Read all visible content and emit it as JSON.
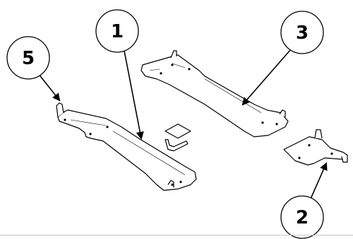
{
  "callouts": [
    {
      "id": "1",
      "text": "1"
    },
    {
      "id": "2",
      "text": "2"
    },
    {
      "id": "3",
      "text": "3"
    },
    {
      "id": "5",
      "text": "5"
    }
  ],
  "colors": {
    "ink": "#000000",
    "paper": "#ffffff",
    "rule": "#c8c8c8"
  }
}
